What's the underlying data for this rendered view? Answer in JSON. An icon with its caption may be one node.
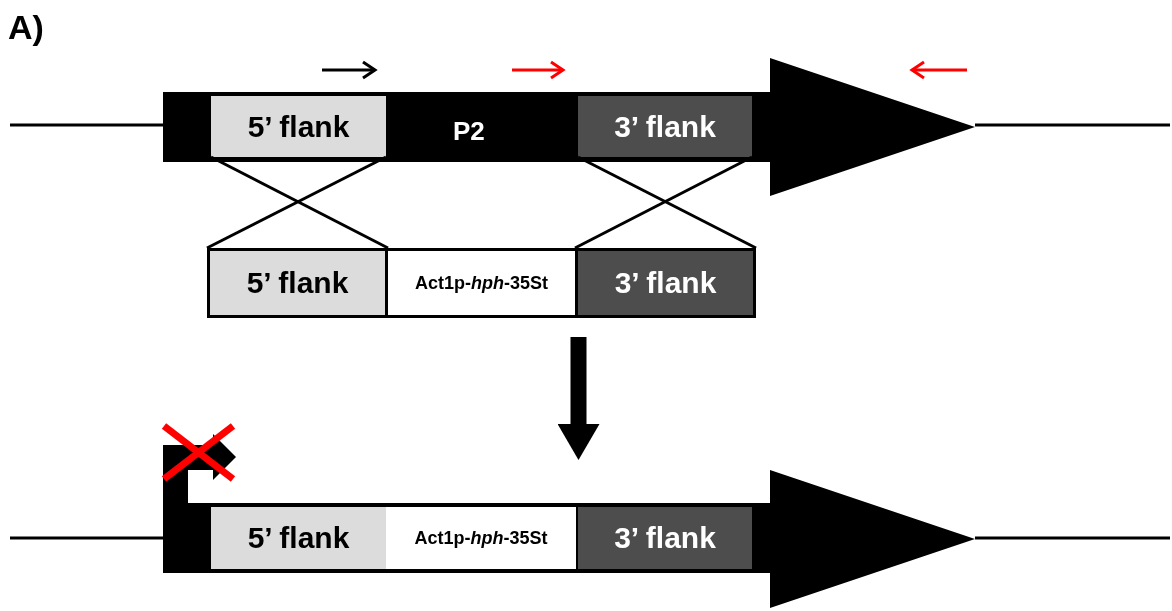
{
  "diagram": {
    "nodes": [
      {
        "text": [
          "P2"
        ]
      },
      {
        "text": [
          "5’ flank"
        ],
        "in": 0
      },
      {
        "text": [
          "3’ flank"
        ],
        "in": 0
      },
      {
        "text": [
          "5’ flank"
        ]
      },
      {
        "text": [
          "Act1p-*hph*-35St"
        ]
      },
      {
        "text": [
          "3’ flank"
        ]
      },
      {
        "text": [],
        "shape": "arrow"
      },
      {
        "text": [
          "5’ flank"
        ],
        "in": 6
      },
      {
        "text": [
          "Act1p-*hph*-35St"
        ],
        "in": 6
      },
      {
        "text": [
          "3’ flank"
        ],
        "in": 6
      }
    ],
    "edges": [
      {
        "from": 1,
        "to": 3,
        "arrow": "none"
      },
      {
        "from": 1,
        "to": 3,
        "arrow": "none"
      },
      {
        "from": 2,
        "to": 5,
        "arrow": "none"
      },
      {
        "from": 2,
        "to": 5,
        "arrow": "none"
      },
      {
        "from": 4,
        "to": 6,
        "arrow": "to",
        "style": "thick"
      }
    ],
    "labels": [
      "A)"
    ]
  }
}
